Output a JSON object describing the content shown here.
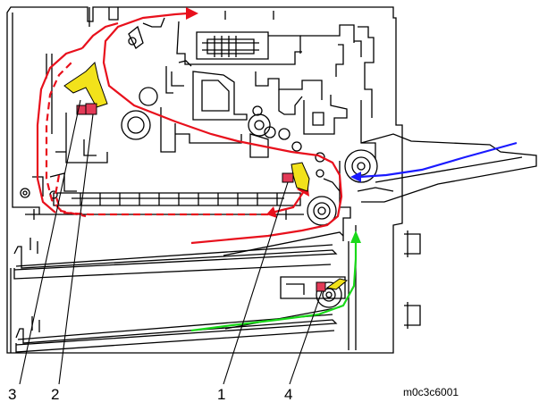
{
  "callouts": {
    "c3": "3",
    "c2": "2",
    "c1": "1",
    "c4": "4"
  },
  "figure_id": "m0c3c6001",
  "colors": {
    "paper_path_main": "#e8101c",
    "paper_path_bypass": "#1a1aff",
    "paper_path_lower_tray": "#19d919",
    "sensor_body": "#e33a57",
    "sensor_feeler": "#f2e21b",
    "outline": "#000000"
  }
}
